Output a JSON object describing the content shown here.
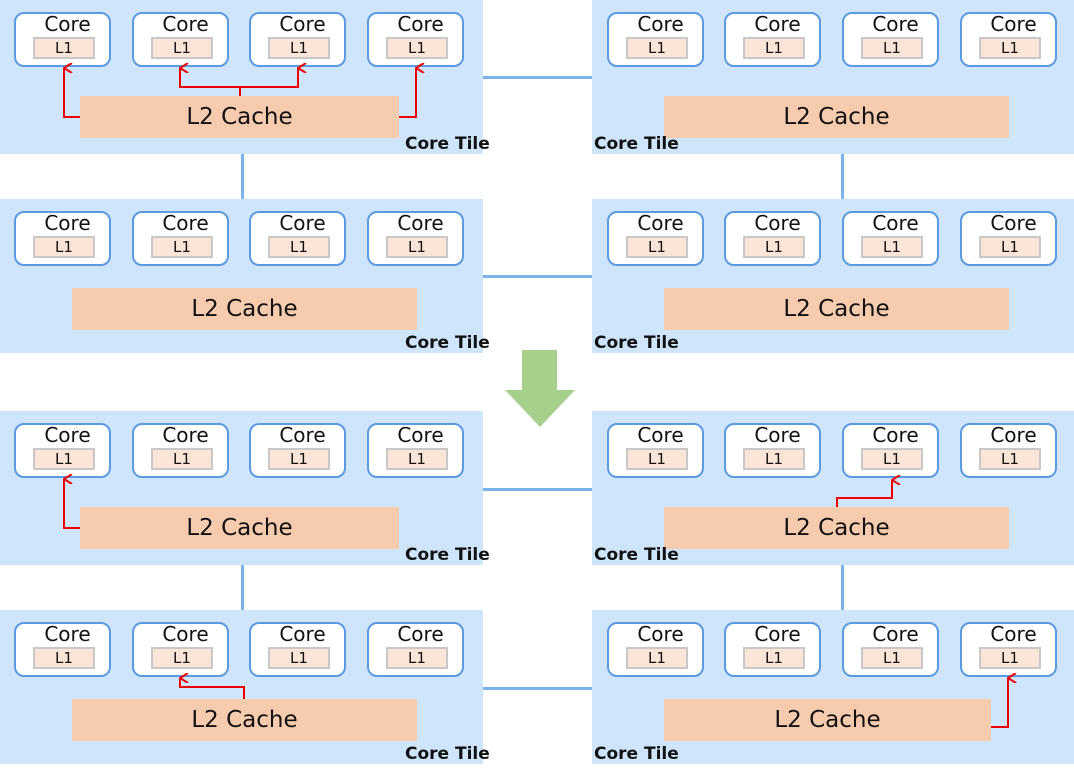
{
  "labels": {
    "core": "Core",
    "l1": "L1",
    "l2": "L2 Cache",
    "tile": "Core Tile"
  },
  "colors": {
    "tile_bg": "#cfe5fb",
    "core_border": "#5a9ae0",
    "l1_fill": "#fbe5d8",
    "l2_fill": "#f7cbad",
    "arrow": "#ee0000",
    "transition_arrow": "#a8d08d",
    "interconnect": "#7cb2ea"
  },
  "sections": [
    {
      "name": "before",
      "tiles": [
        {
          "id": "top-left",
          "l2_to_l1_arrows_to_cores": [
            1,
            2,
            3,
            4
          ]
        },
        {
          "id": "top-right",
          "l2_to_l1_arrows_to_cores": []
        },
        {
          "id": "bottom-left",
          "l2_to_l1_arrows_to_cores": []
        },
        {
          "id": "bottom-right",
          "l2_to_l1_arrows_to_cores": []
        }
      ]
    },
    {
      "name": "after",
      "tiles": [
        {
          "id": "top-left",
          "l2_to_l1_arrows_to_cores": [
            1
          ]
        },
        {
          "id": "top-right",
          "l2_to_l1_arrows_to_cores": [
            3
          ]
        },
        {
          "id": "bottom-left",
          "l2_to_l1_arrows_to_cores": [
            2
          ]
        },
        {
          "id": "bottom-right",
          "l2_to_l1_arrows_to_cores": [
            4
          ]
        }
      ]
    }
  ]
}
